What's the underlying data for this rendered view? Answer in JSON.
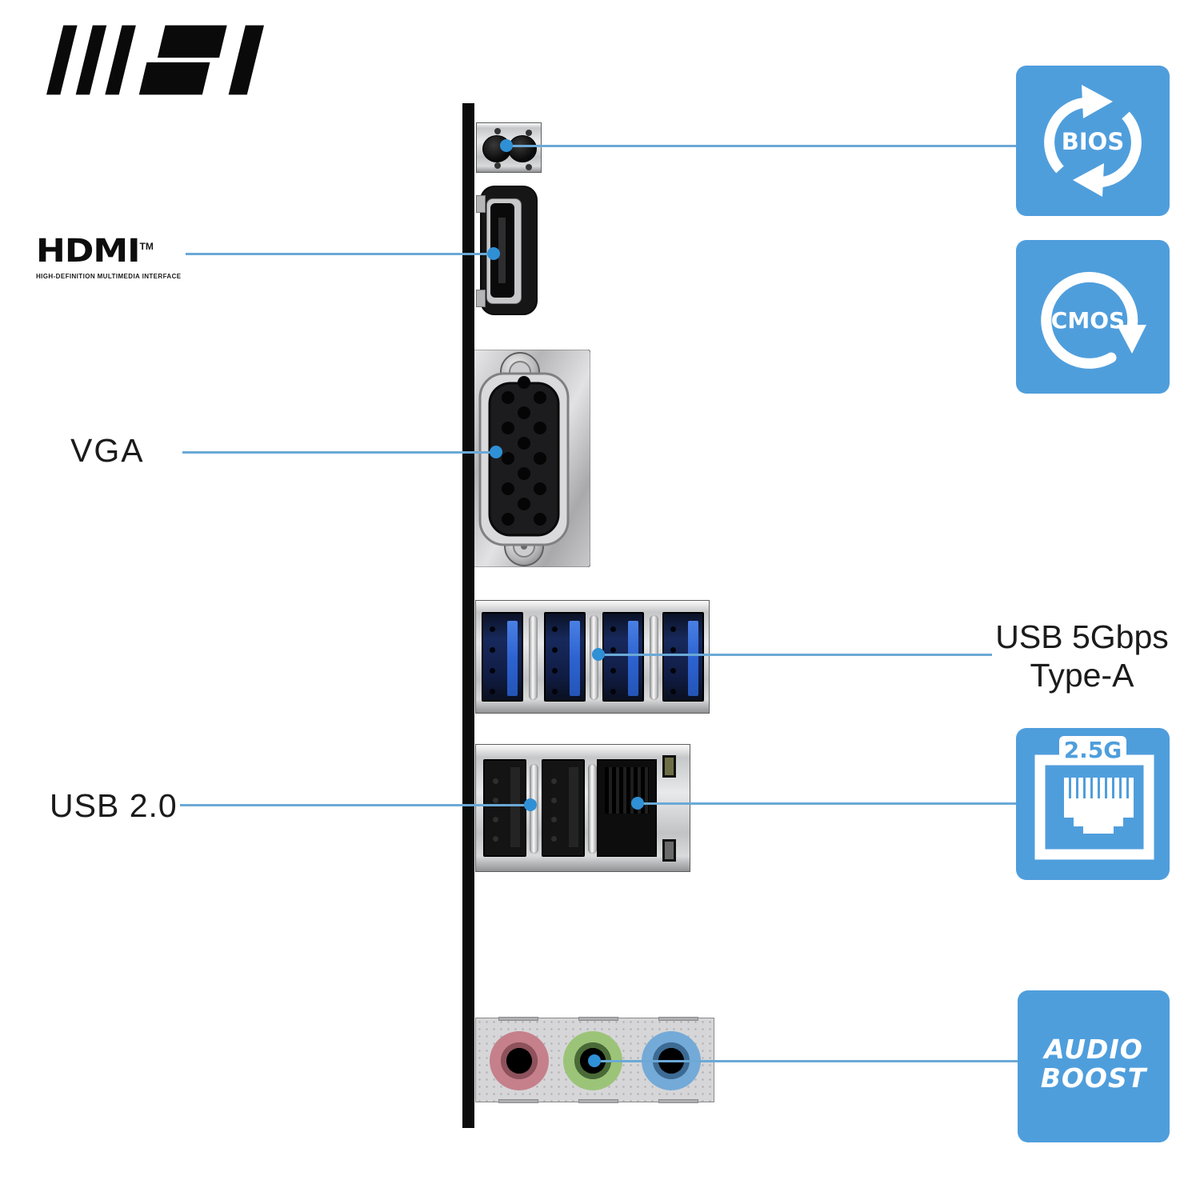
{
  "brand": {
    "logo": "MSI"
  },
  "callouts": {
    "hdmi": {
      "title": "HDMI",
      "tm": "TM",
      "subtitle": "HIGH-DEFINITION MULTIMEDIA INTERFACE"
    },
    "vga": {
      "label": "VGA"
    },
    "usb2": {
      "label": "USB 2.0"
    },
    "usb5": {
      "line1": "USB 5Gbps",
      "line2": "Type-A"
    }
  },
  "icons": {
    "bios": {
      "label": "BIOS"
    },
    "cmos": {
      "label": "CMOS"
    },
    "lan": {
      "label": "2.5G"
    },
    "audio": {
      "line1": "AUDIO",
      "line2": "BOOST"
    }
  },
  "colors": {
    "icon_blue": "#4F9EDC",
    "callout_line": "#6BA9D6",
    "callout_dot": "#2F90D6",
    "mic_jack": "#C5808B",
    "lineout_jack": "#9CC478",
    "linein_jack": "#74AAD8",
    "usb3_tongue": "#2D63D0"
  }
}
